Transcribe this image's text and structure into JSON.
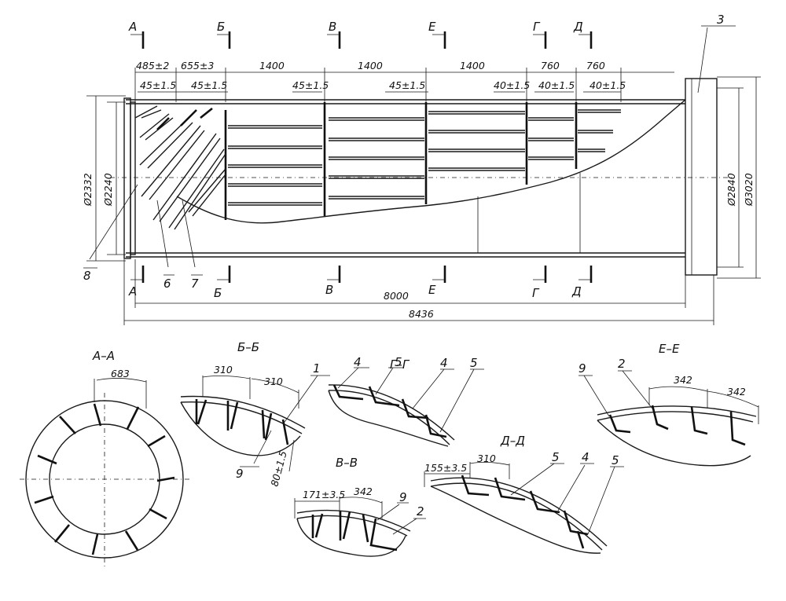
{
  "sections": {
    "top": [
      "А",
      "Б",
      "В",
      "Е",
      "Г",
      "Д"
    ],
    "bottom": [
      "А",
      "Б",
      "В",
      "Е",
      "Г",
      "Д"
    ]
  },
  "dims": {
    "top_row": [
      "485±2",
      "655±3",
      "1400",
      "1400",
      "1400",
      "760",
      "760"
    ],
    "second_row": [
      "45±1.5",
      "45±1.5",
      "45±1.5",
      "45±1.5",
      "40±1.5",
      "40±1.5",
      "40±1.5"
    ],
    "d2332": "Ø2332",
    "d2240": "Ø2240",
    "d2840": "Ø2840",
    "d3020": "Ø3020",
    "len8000": "8000",
    "len8436": "8436"
  },
  "callouts": {
    "c1": "1",
    "c2": "2",
    "c3": "3",
    "c4": "4",
    "c5": "5",
    "c6": "6",
    "c7": "7",
    "c8": "8",
    "c9": "9"
  },
  "views": {
    "aa": {
      "title": "А–А",
      "dims": [
        "683"
      ]
    },
    "bb": {
      "title": "Б–Б",
      "dims": [
        "310",
        "310",
        "80±1.5"
      ]
    },
    "gg": {
      "title": "Г–Г"
    },
    "vv": {
      "title": "В–В",
      "dims": [
        "171±3.5",
        "342"
      ]
    },
    "dd": {
      "title": "Д–Д",
      "dims": [
        "155±3.5",
        "310"
      ]
    },
    "ee": {
      "title": "Е–Е",
      "dims": [
        "342",
        "342"
      ]
    }
  }
}
